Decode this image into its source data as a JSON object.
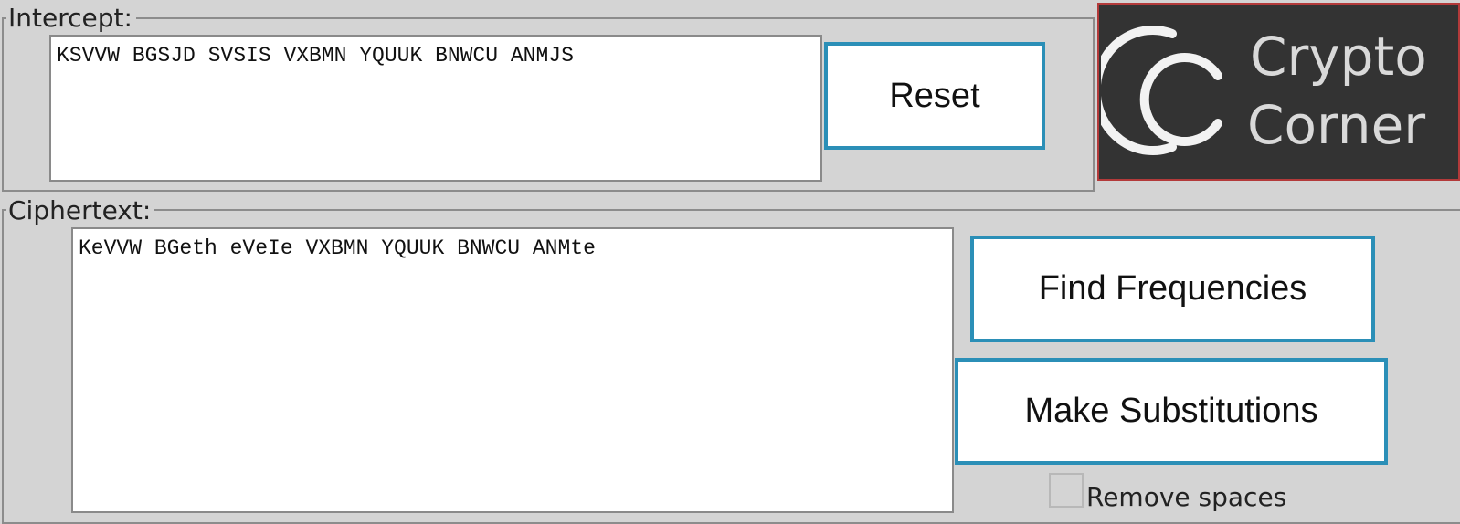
{
  "intercept": {
    "legend": "Intercept:",
    "text": "KSVVW BGSJD SVSIS VXBMN YQUUK BNWCU ANMJS",
    "reset_label": "Reset"
  },
  "logo": {
    "monogram": "CC",
    "line1": "Crypto",
    "line2": "Corner"
  },
  "ciphertext": {
    "legend": "Ciphertext:",
    "text": "KeVVW BGeth eVeIe VXBMN YQUUK BNWCU ANMte",
    "find_frequencies_label": "Find Frequencies",
    "make_substitutions_label": "Make Substitutions",
    "remove_spaces_label": "Remove spaces",
    "remove_spaces_checked": false
  },
  "colors": {
    "background": "#d4d4d4",
    "button_border": "#2b8fb7",
    "logo_background": "#333333",
    "logo_border": "#b33a3a"
  }
}
